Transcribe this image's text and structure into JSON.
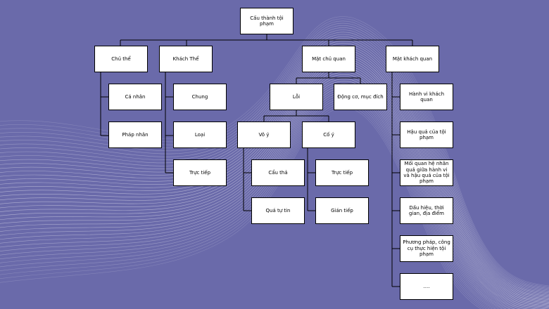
{
  "diagram": {
    "root": "Cấu thành tội phạm",
    "chu_the": {
      "label": "Chủ thể",
      "children": [
        "Cá nhân",
        "Pháp nhân"
      ]
    },
    "khach_the": {
      "label": "Khách Thể",
      "children": [
        "Chung",
        "Loại",
        "Trực tiếp"
      ]
    },
    "mat_chu_quan": {
      "label": "Mặt chủ quan",
      "loi": {
        "label": "Lỗi",
        "vo_y": {
          "label": "Vô ý",
          "children": [
            "Cẩu thả",
            "Quá tự tin"
          ]
        },
        "co_y": {
          "label": "Cố ý",
          "children": [
            "Trực tiếp",
            "Gián tiếp"
          ]
        }
      },
      "dong_co": "Động cơ, mục đích"
    },
    "mat_khach_quan": {
      "label": "Mặt khách quan",
      "children": [
        "Hành vi khách quan",
        "Hậu quả của tội phạm",
        "Mối quan hệ nhân quả giữa hành vi và hậu quả của tội phạm",
        "Dấu hiệu, thời gian, địa điểm",
        "Phương pháp, công cụ thực hiện tội phạm",
        "...."
      ]
    }
  },
  "colors": {
    "background": "#6a6aaa",
    "box_fill": "#ffffff",
    "connector": "#000000"
  }
}
